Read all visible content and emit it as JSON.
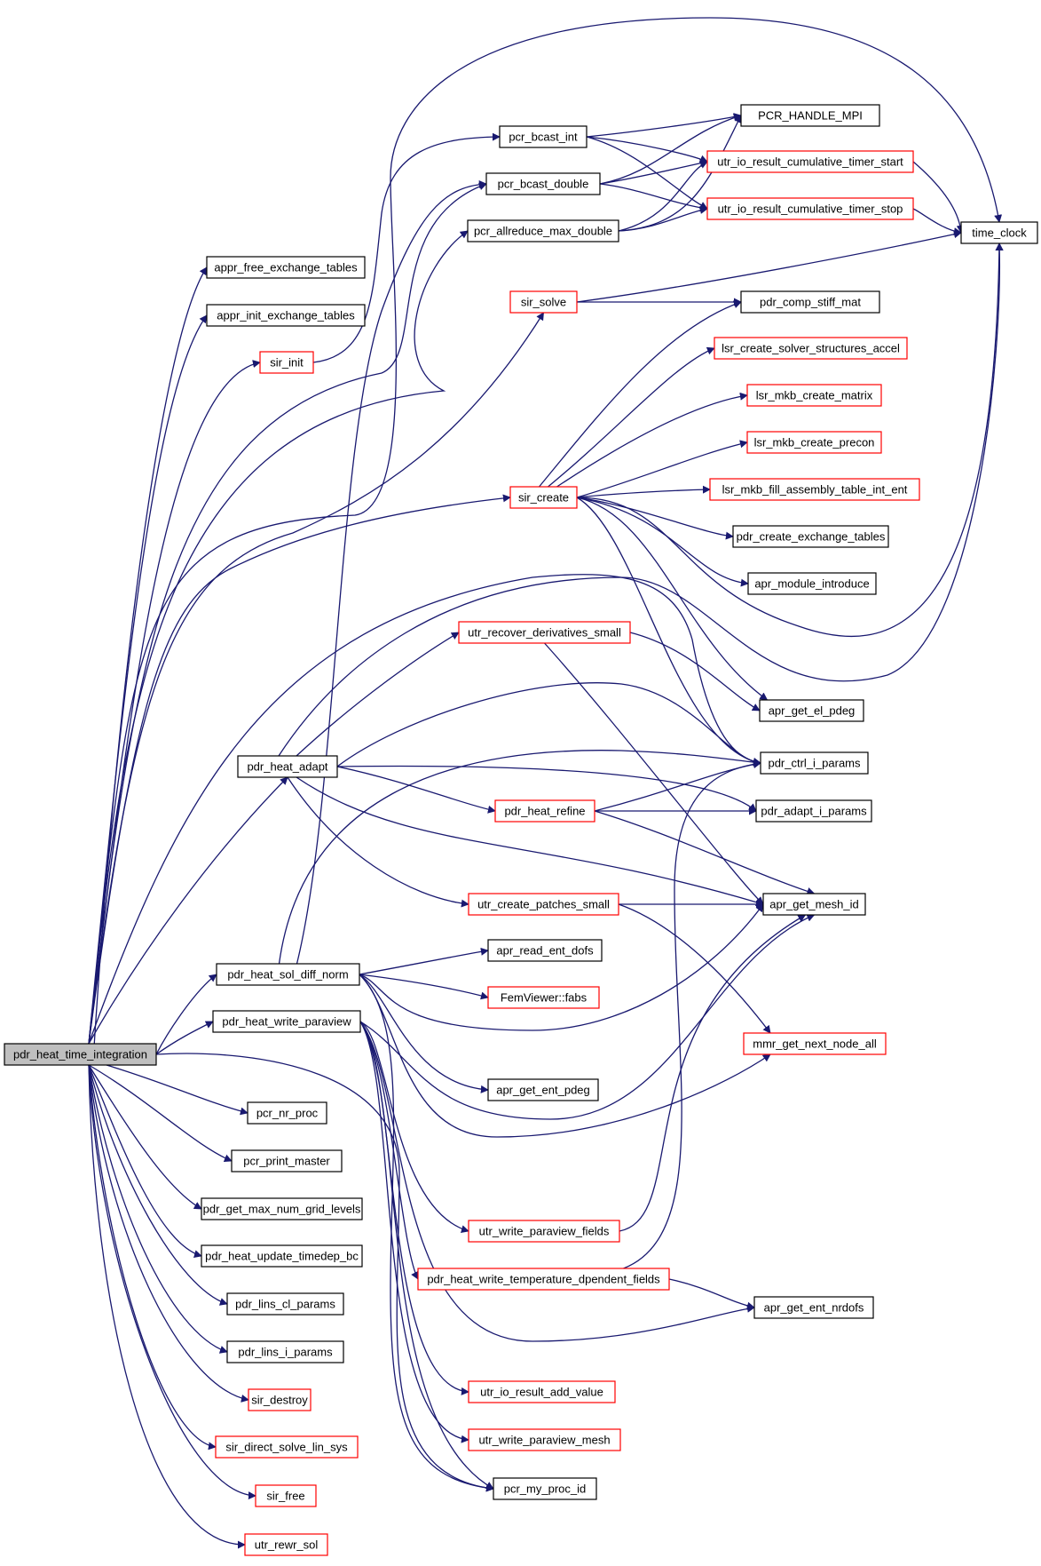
{
  "colors": {
    "edge": "#191970",
    "border_default": "#000000",
    "border_undocumented": "#ff0000",
    "root_fill": "#bfbfbf",
    "node_fill": "#ffffff"
  },
  "nodes": [
    {
      "id": "root",
      "label": "pdr_heat_time_integration",
      "style": "root"
    },
    {
      "id": "appr_free",
      "label": "appr_free_exchange_tables",
      "style": "black"
    },
    {
      "id": "appr_init",
      "label": "appr_init_exchange_tables",
      "style": "black"
    },
    {
      "id": "sir_init",
      "label": "sir_init",
      "style": "red"
    },
    {
      "id": "pcr_bcast_int",
      "label": "pcr_bcast_int",
      "style": "black"
    },
    {
      "id": "pcr_bcast_double",
      "label": "pcr_bcast_double",
      "style": "black"
    },
    {
      "id": "pcr_allreduce",
      "label": "pcr_allreduce_max_double",
      "style": "black"
    },
    {
      "id": "pcr_handle",
      "label": "PCR_HANDLE_MPI",
      "style": "black"
    },
    {
      "id": "timer_start",
      "label": "utr_io_result_cumulative_timer_start",
      "style": "red"
    },
    {
      "id": "timer_stop",
      "label": "utr_io_result_cumulative_timer_stop",
      "style": "red"
    },
    {
      "id": "time_clock",
      "label": "time_clock",
      "style": "black"
    },
    {
      "id": "sir_solve",
      "label": "sir_solve",
      "style": "red"
    },
    {
      "id": "pdr_comp",
      "label": "pdr_comp_stiff_mat",
      "style": "black"
    },
    {
      "id": "lsr_accel",
      "label": "lsr_create_solver_structures_accel",
      "style": "red"
    },
    {
      "id": "lsr_matrix",
      "label": "lsr_mkb_create_matrix",
      "style": "red"
    },
    {
      "id": "lsr_precon",
      "label": "lsr_mkb_create_precon",
      "style": "red"
    },
    {
      "id": "lsr_fill",
      "label": "lsr_mkb_fill_assembly_table_int_ent",
      "style": "red"
    },
    {
      "id": "sir_create",
      "label": "sir_create",
      "style": "red"
    },
    {
      "id": "pdr_create_ex",
      "label": "pdr_create_exchange_tables",
      "style": "black"
    },
    {
      "id": "apr_module",
      "label": "apr_module_introduce",
      "style": "black"
    },
    {
      "id": "utr_recover",
      "label": "utr_recover_derivatives_small",
      "style": "red"
    },
    {
      "id": "apr_el_pdeg",
      "label": "apr_get_el_pdeg",
      "style": "black"
    },
    {
      "id": "pdr_heat_adapt",
      "label": "pdr_heat_adapt",
      "style": "black"
    },
    {
      "id": "pdr_ctrl",
      "label": "pdr_ctrl_i_params",
      "style": "black"
    },
    {
      "id": "pdr_heat_refine",
      "label": "pdr_heat_refine",
      "style": "red"
    },
    {
      "id": "pdr_adapt_i",
      "label": "pdr_adapt_i_params",
      "style": "black"
    },
    {
      "id": "utr_patches",
      "label": "utr_create_patches_small",
      "style": "red"
    },
    {
      "id": "apr_mesh_id",
      "label": "apr_get_mesh_id",
      "style": "black"
    },
    {
      "id": "apr_read_dofs",
      "label": "apr_read_ent_dofs",
      "style": "black"
    },
    {
      "id": "pdr_sol_diff",
      "label": "pdr_heat_sol_diff_norm",
      "style": "black"
    },
    {
      "id": "femviewer",
      "label": "FemViewer::fabs",
      "style": "red"
    },
    {
      "id": "pdr_write_pv",
      "label": "pdr_heat_write_paraview",
      "style": "black"
    },
    {
      "id": "mmr_next",
      "label": "mmr_get_next_node_all",
      "style": "red"
    },
    {
      "id": "apr_ent_pdeg",
      "label": "apr_get_ent_pdeg",
      "style": "black"
    },
    {
      "id": "pcr_nr_proc",
      "label": "pcr_nr_proc",
      "style": "black"
    },
    {
      "id": "pcr_print",
      "label": "pcr_print_master",
      "style": "black"
    },
    {
      "id": "pdr_max_grid",
      "label": "pdr_get_max_num_grid_levels",
      "style": "black"
    },
    {
      "id": "pdr_timedep",
      "label": "pdr_heat_update_timedep_bc",
      "style": "black"
    },
    {
      "id": "utr_pv_fields",
      "label": "utr_write_paraview_fields",
      "style": "red"
    },
    {
      "id": "pdr_temp_dep",
      "label": "pdr_heat_write_temperature_dpendent_fields",
      "style": "red"
    },
    {
      "id": "apr_nrdofs",
      "label": "apr_get_ent_nrdofs",
      "style": "black"
    },
    {
      "id": "pdr_lins_cl",
      "label": "pdr_lins_cl_params",
      "style": "black"
    },
    {
      "id": "pdr_lins_i",
      "label": "pdr_lins_i_params",
      "style": "black"
    },
    {
      "id": "sir_destroy",
      "label": "sir_destroy",
      "style": "red"
    },
    {
      "id": "utr_add_value",
      "label": "utr_io_result_add_value",
      "style": "red"
    },
    {
      "id": "sir_direct",
      "label": "sir_direct_solve_lin_sys",
      "style": "red"
    },
    {
      "id": "utr_pv_mesh",
      "label": "utr_write_paraview_mesh",
      "style": "red"
    },
    {
      "id": "pcr_my_proc",
      "label": "pcr_my_proc_id",
      "style": "black"
    },
    {
      "id": "sir_free",
      "label": "sir_free",
      "style": "red"
    },
    {
      "id": "utr_rewr",
      "label": "utr_rewr_sol",
      "style": "red"
    }
  ]
}
